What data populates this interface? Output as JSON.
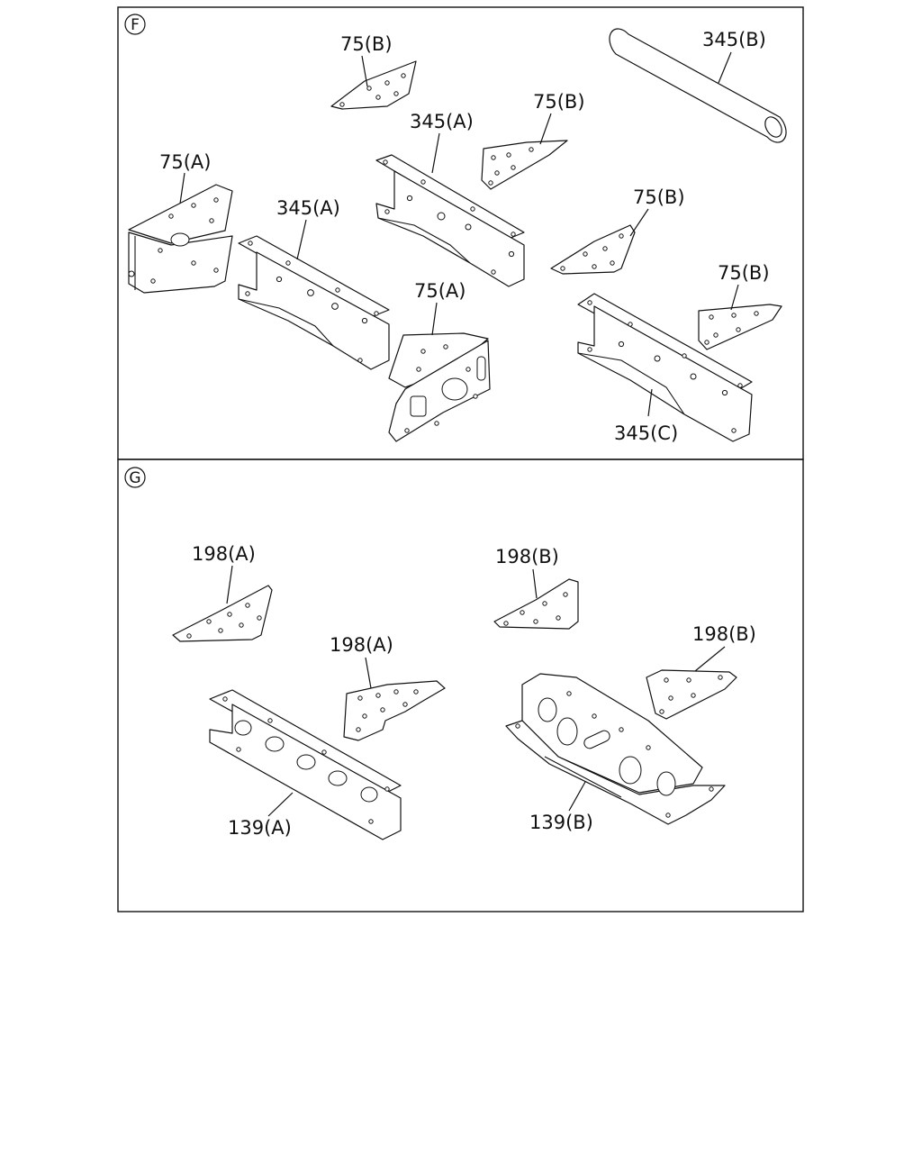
{
  "panels": [
    {
      "key": "F",
      "labels": [
        "75(B)",
        "345(B)",
        "345(A)",
        "75(B)",
        "75(A)",
        "345(A)",
        "75(B)",
        "75(B)",
        "75(A)",
        "345(C)"
      ]
    },
    {
      "key": "G",
      "labels": [
        "198(A)",
        "198(B)",
        "198(A)",
        "198(B)",
        "139(A)",
        "139(B)"
      ]
    }
  ]
}
